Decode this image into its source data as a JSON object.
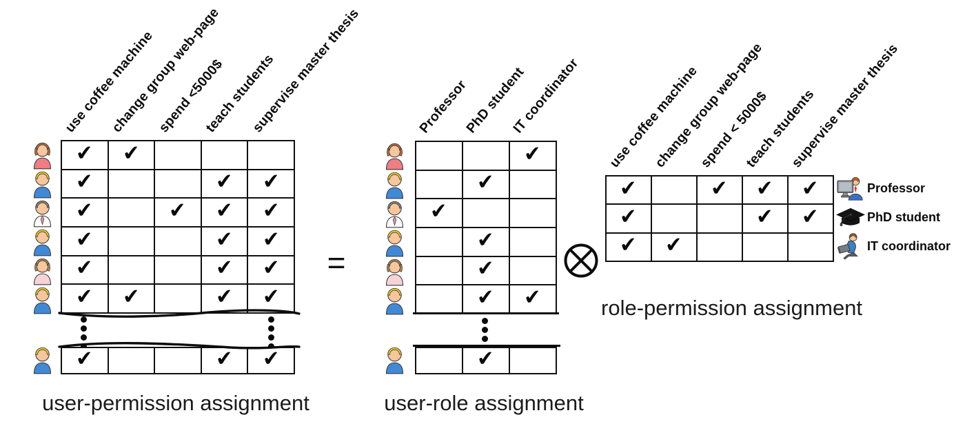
{
  "check_glyph": "✔",
  "equals_sign": "=",
  "operators": {
    "otimes": "circled-times tensor product"
  },
  "colors": {
    "line": "#101010",
    "text": "#1b1b1b",
    "skin": "#f6c69c",
    "blond_hair": "#f2cf2a",
    "blue_shirt": "#4189d5",
    "auburn_hair": "#b06a3e",
    "red_shirt": "#ee7d84",
    "grey_hair": "#8b8173",
    "white_shirt": "#fdfdfd",
    "tie_pink": "#e893a8",
    "lightbrown_hair": "#a9824f",
    "pink_shirt": "#f7d3d8",
    "monitor_grey": "#8f969e",
    "screen_grey": "#b7bdc4",
    "suit_blue": "#3a6fc4",
    "orange_hair": "#bf5f21",
    "cap_black": "#141414",
    "laptop_grey": "#777e85",
    "it_shirt": "#3f7ec2",
    "tie_red": "#d33b30"
  },
  "user_permission_matrix": {
    "caption": "user-permission assignment",
    "columns": [
      "use coffee machine",
      "change group web-page",
      "spend <5000$",
      "teach students",
      "supervise master thesis"
    ],
    "row_avatars": [
      "woman-red",
      "man-blond",
      "man-grey-tie",
      "man-blond",
      "woman-pink",
      "man-blond"
    ],
    "rows": [
      [
        1,
        1,
        0,
        0,
        0
      ],
      [
        1,
        0,
        0,
        1,
        1
      ],
      [
        1,
        0,
        1,
        1,
        1
      ],
      [
        1,
        0,
        0,
        1,
        1
      ],
      [
        1,
        0,
        0,
        1,
        1
      ],
      [
        1,
        1,
        0,
        1,
        1
      ]
    ],
    "tail_avatar": "man-blond",
    "tail_rows": [
      [
        1,
        0,
        0,
        1,
        1
      ]
    ]
  },
  "user_role_matrix": {
    "caption": "user-role assignment",
    "columns": [
      "Professor",
      "PhD student",
      "IT coordinator"
    ],
    "row_avatars": [
      "woman-red",
      "man-blond",
      "man-grey-tie",
      "man-blond",
      "woman-pink",
      "man-blond"
    ],
    "rows": [
      [
        0,
        0,
        1
      ],
      [
        0,
        1,
        0
      ],
      [
        1,
        0,
        0
      ],
      [
        0,
        1,
        0
      ],
      [
        0,
        1,
        0
      ],
      [
        0,
        1,
        1
      ]
    ],
    "tail_avatar": "man-blond",
    "tail_rows": [
      [
        0,
        1,
        0
      ]
    ]
  },
  "role_permission_matrix": {
    "caption": "role-permission assignment",
    "columns": [
      "use coffee machine",
      "change group web-page",
      "spend < 5000$",
      "teach students",
      "supervise master thesis"
    ],
    "rows": [
      [
        1,
        0,
        1,
        1,
        1
      ],
      [
        1,
        0,
        0,
        1,
        1
      ],
      [
        1,
        1,
        0,
        0,
        0
      ]
    ],
    "row_labels": [
      {
        "icon": "professor-icon",
        "label": "Professor"
      },
      {
        "icon": "phd-student-icon",
        "label": "PhD student"
      },
      {
        "icon": "it-coordinator-icon",
        "label": "IT coordinator"
      }
    ]
  }
}
